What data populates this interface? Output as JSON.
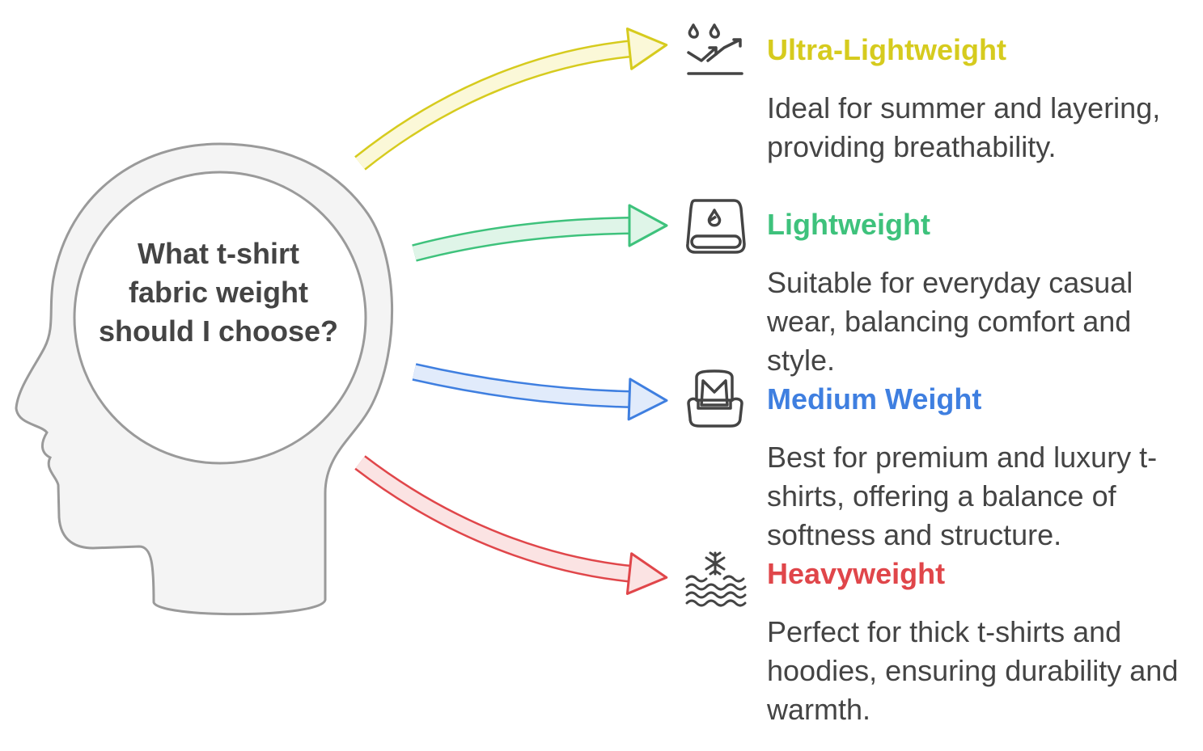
{
  "question": "What t-shirt fabric weight should I choose?",
  "options": [
    {
      "title": "Ultra-Lightweight",
      "description": "Ideal for summer and layering, providing breathability.",
      "color": "#d6cb1e",
      "fill": "#fbf8d8",
      "icon": "water-drops-trend-icon"
    },
    {
      "title": "Lightweight",
      "description": "Suitable for everyday casual wear, balancing comfort and style.",
      "color": "#3ec27c",
      "fill": "#dff5e8",
      "icon": "fabric-roll-drop-icon"
    },
    {
      "title": "Medium Weight",
      "description": "Best for premium and luxury t-shirts, offering a balance of softness and structure.",
      "color": "#3f7fe0",
      "fill": "#e1ebfb",
      "icon": "armchair-icon"
    },
    {
      "title": "Heavyweight",
      "description": "Perfect for thick t-shirts and hoodies, ensuring durability and warmth.",
      "color": "#e0464a",
      "fill": "#fbe3e3",
      "icon": "snowflake-waves-icon"
    }
  ]
}
